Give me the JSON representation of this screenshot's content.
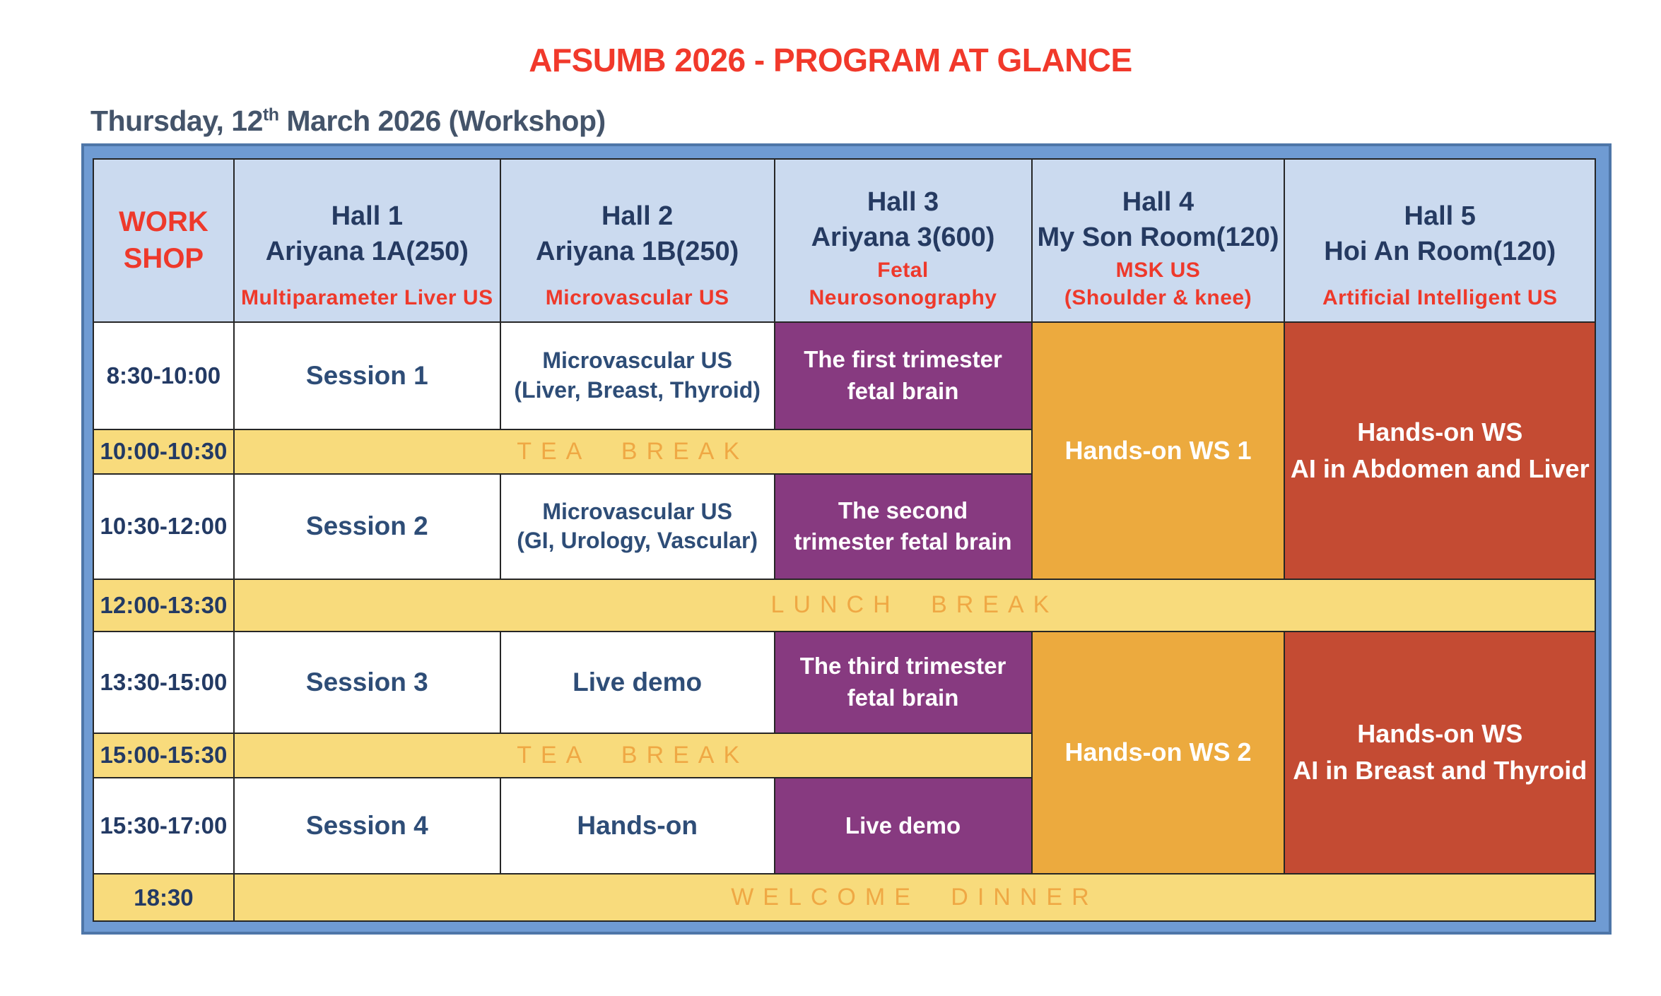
{
  "page": {
    "title": "AFSUMB 2026 - PROGRAM AT GLANCE",
    "date_prefix": "Thursday, 12",
    "date_superscript": "th",
    "date_suffix": " March 2026 (Workshop)"
  },
  "colors": {
    "title_red": "#f1392b",
    "accent_red": "#ee392b",
    "heading_navy": "#253a61",
    "body_navy": "#2e4d77",
    "date_slate": "#44546a",
    "frame_blue": "#6f9bd3",
    "frame_outline": "#4e76a8",
    "header_cell_blue": "#cbdaef",
    "purple_cell": "#873a80",
    "orange_cell": "#ecaa3e",
    "brick_cell": "#c44b33",
    "break_yellow": "#f8db7c",
    "break_text_orange": "#efa844",
    "grid_line": "#262626"
  },
  "schedule": {
    "corner": {
      "line1": "WORK",
      "line2": "SHOP"
    },
    "halls": [
      {
        "name": "Hall 1",
        "room": "Ariyana 1A(250)",
        "topic_line1": "Multiparameter Liver US",
        "topic_line2": ""
      },
      {
        "name": "Hall 2",
        "room": "Ariyana 1B(250)",
        "topic_line1": "Microvascular US",
        "topic_line2": ""
      },
      {
        "name": "Hall 3",
        "room": "Ariyana 3(600)",
        "topic_line1": "Fetal",
        "topic_line2": "Neurosonography"
      },
      {
        "name": "Hall 4",
        "room": "My Son Room(120)",
        "topic_line1": "MSK US",
        "topic_line2": "(Shoulder & knee)"
      },
      {
        "name": "Hall 5",
        "room": "Hoi An Room(120)",
        "topic_line1": "Artificial Intelligent US",
        "topic_line2": ""
      }
    ],
    "rows": [
      {
        "time": "8:30-10:00",
        "hall1": "Session 1",
        "hall2_line1": "Microvascular US",
        "hall2_line2": "(Liver, Breast, Thyroid)",
        "hall3_line1": "The first trimester",
        "hall3_line2": "fetal brain"
      },
      {
        "time": "10:00-10:30",
        "label": "TEA BREAK"
      },
      {
        "time": "10:30-12:00",
        "hall1": "Session 2",
        "hall2_line1": "Microvascular US",
        "hall2_line2": "(GI, Urology, Vascular)",
        "hall3_line1": "The second",
        "hall3_line2": "trimester fetal brain"
      },
      {
        "time": "12:00-13:30",
        "label": "LUNCH BREAK"
      },
      {
        "time": "13:30-15:00",
        "hall1": "Session 3",
        "hall2": "Live demo",
        "hall3_line1": "The third trimester",
        "hall3_line2": "fetal brain"
      },
      {
        "time": "15:00-15:30",
        "label": "TEA BREAK"
      },
      {
        "time": "15:30-17:00",
        "hall1": "Session 4",
        "hall2": "Hands-on",
        "hall3": "Live demo"
      },
      {
        "time": "18:30",
        "label": "WELCOME DINNER"
      }
    ],
    "merged": {
      "hall4_morning": "Hands-on WS 1",
      "hall4_afternoon": "Hands-on WS 2",
      "hall5_morning_line1": "Hands-on WS",
      "hall5_morning_line2": "AI in Abdomen and Liver",
      "hall5_afternoon_line1": "Hands-on WS",
      "hall5_afternoon_line2": "AI in Breast and Thyroid"
    }
  }
}
